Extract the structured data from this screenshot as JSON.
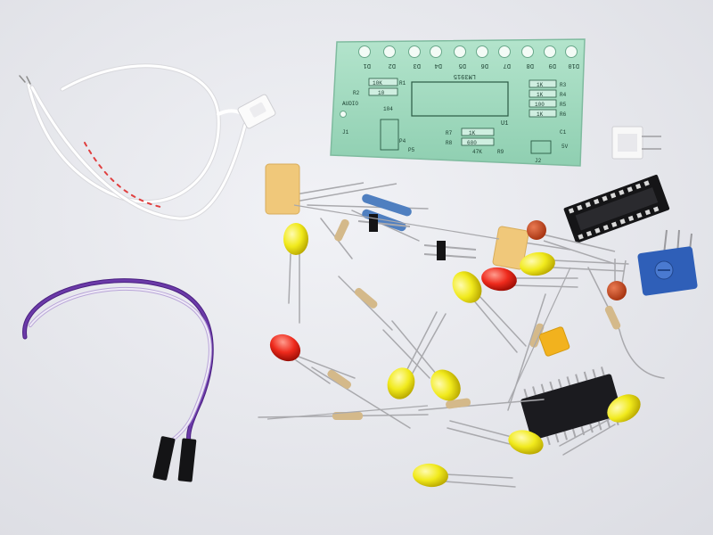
{
  "pcb": {
    "chip_label": "LM3915",
    "led_labels": [
      "D1",
      "D2",
      "D3",
      "D4",
      "D5",
      "D6",
      "D7",
      "D8",
      "D9",
      "D10"
    ],
    "resistor_labels": [
      "R1",
      "R2",
      "R3",
      "R4",
      "R5",
      "R6",
      "R7",
      "R8",
      "R9"
    ],
    "value_labels": [
      "10K",
      "10",
      "1K",
      "1K",
      "100",
      "1K",
      "1K",
      "680",
      "47K",
      "104"
    ],
    "audio_label": "AUDIO",
    "u1_label": "U1",
    "c1_label": "C1",
    "j1_label": "J1",
    "j2_label": "J2",
    "p4_label": "P4",
    "p5_label": "P5",
    "v_label": "5V"
  },
  "colors": {
    "background": "#e9eaee",
    "pcb_green": "#9ed9bd",
    "led_yellow": "#f1ea1c",
    "led_red": "#ee2a1c",
    "capacitor_red": "#c9481e",
    "potentiometer_blue": "#2f5fb8",
    "wire_purple": "#5a2b94",
    "ic_black": "#1b1b1f"
  }
}
